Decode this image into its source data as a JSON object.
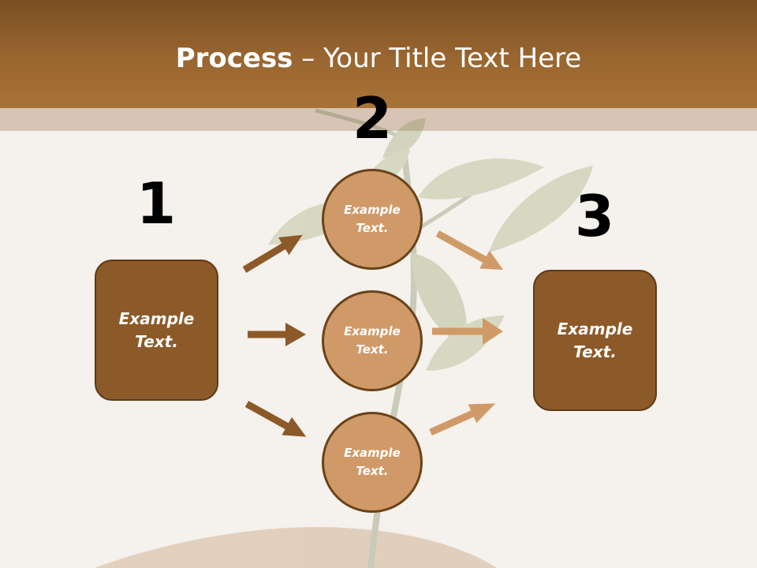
{
  "slide": {
    "title_bold": "Process",
    "title_rest": " – Your Title Text Here"
  },
  "steps": {
    "one": {
      "number": "1",
      "text": "Example Text."
    },
    "two": {
      "number": "2",
      "items": [
        "Example Text.",
        "Example Text.",
        "Example Text."
      ]
    },
    "three": {
      "number": "3",
      "text": "Example Text."
    }
  },
  "colors": {
    "header": "#9a6630",
    "box_fill": "#8c5a28",
    "circle_fill": "#d09a68",
    "arrow_dark": "#8c5a28",
    "arrow_light": "#d09a68"
  }
}
